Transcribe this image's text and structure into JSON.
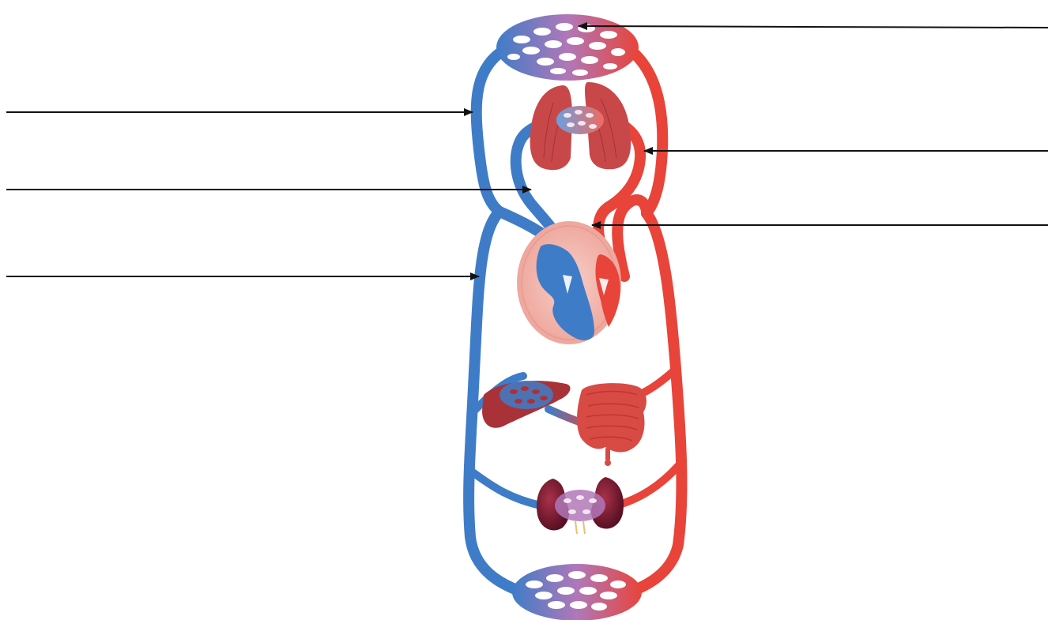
{
  "diagram": {
    "subject": "circulatory-system-double-loop",
    "labels": [],
    "pointers": [
      {
        "side": "right",
        "target": "upper-body-capillaries"
      },
      {
        "side": "left",
        "target": "vena-cava-superior"
      },
      {
        "side": "right",
        "target": "pulmonary-vein"
      },
      {
        "side": "left",
        "target": "pulmonary-artery"
      },
      {
        "side": "right",
        "target": "aorta"
      },
      {
        "side": "left",
        "target": "vena-cava-inferior"
      }
    ],
    "colors": {
      "oxygenated": "#e8443a",
      "oxygenated_light": "#f26a60",
      "deoxygenated": "#3f7cc8",
      "deoxygenated_light": "#6aa0e0",
      "capillary_mix": "#b078b8",
      "lung": "#c8484a",
      "heart_outer": "#f2b3aa",
      "liver": "#a83238",
      "intestine": "#d84a44",
      "kidney": "#7a1a30",
      "pointer_line": "#111111"
    }
  }
}
